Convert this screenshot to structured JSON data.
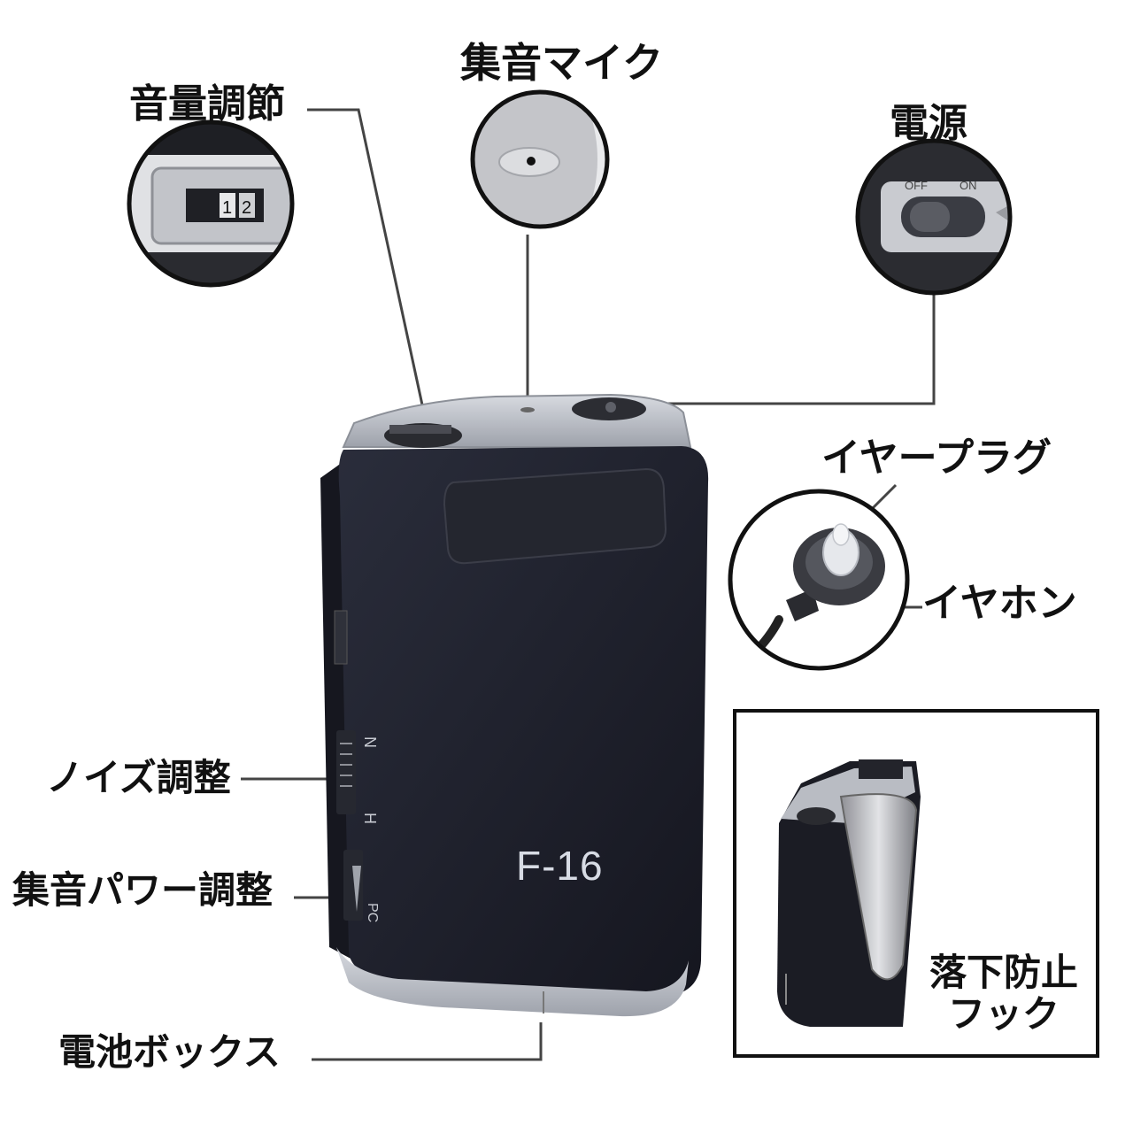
{
  "labels": {
    "volume": "音量調節",
    "mic": "集音マイク",
    "power": "電源",
    "earplug": "イヤープラグ",
    "earphone": "イヤホン",
    "noise": "ノイズ調整",
    "collect_power": "集音パワー調整",
    "battery": "電池ボックス",
    "hook_line1": "落下防止",
    "hook_line2": "フック"
  },
  "device": {
    "model": "F-16"
  },
  "colors": {
    "body": "#1d1f2b",
    "trim": "#b8bcc4",
    "leader": "#444444",
    "text": "#111111"
  }
}
